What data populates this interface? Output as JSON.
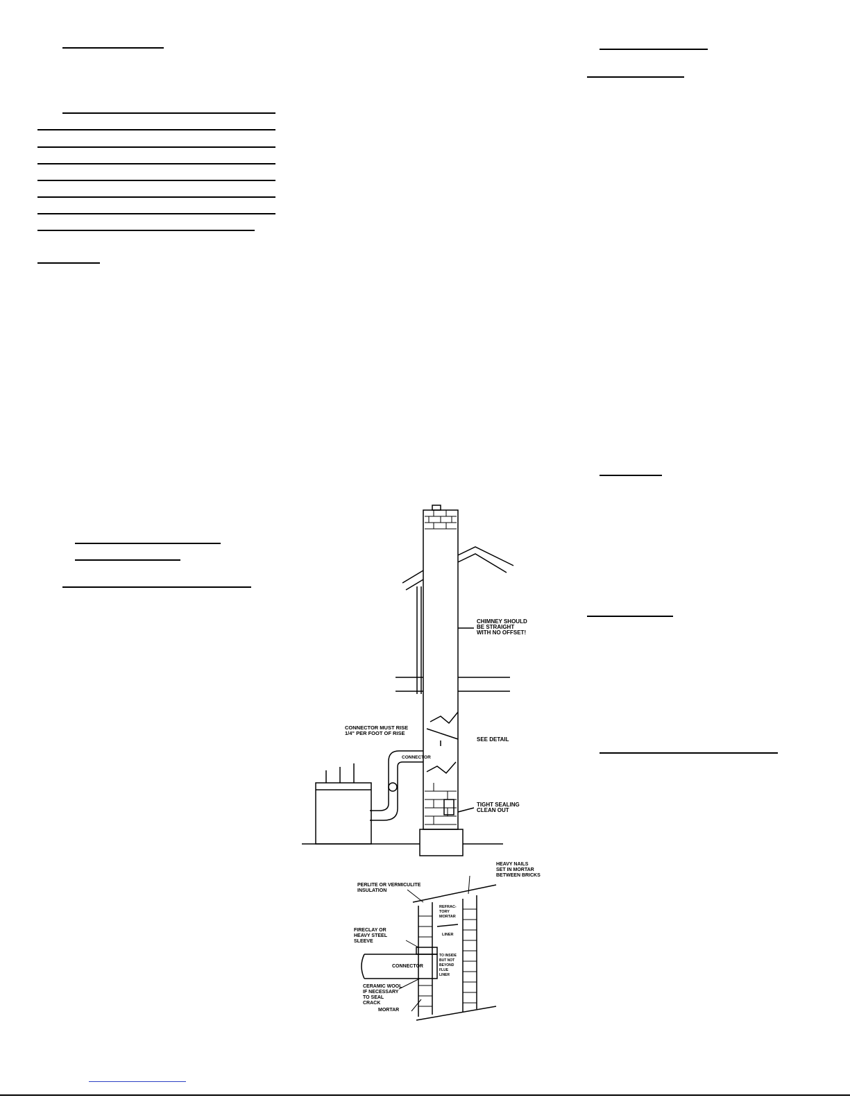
{
  "figure": {
    "labels": {
      "chimney_straight_1": "CHIMNEY SHOULD",
      "chimney_straight_2": "BE STRAIGHT",
      "chimney_straight_3": "WITH NO OFFSET!",
      "connector_rise_1": "CONNECTOR MUST RISE",
      "connector_rise_2": "1/4\" PER FOOT OF RISE",
      "connector": "CONNECTOR",
      "see_detail": "SEE DETAIL",
      "clean_out_1": "TIGHT SEALING",
      "clean_out_2": "CLEAN OUT",
      "nails_1": "HEAVY NAILS",
      "nails_2": "SET IN MORTAR",
      "nails_3": "BETWEEN BRICKS",
      "insulation_1": "PERLITE OR VERMICULITE",
      "insulation_2": "INSULATION",
      "refractory_1": "REFRAC-",
      "refractory_2": "TORY",
      "refractory_3": "MORTAR",
      "liner": "LINER",
      "sleeve_1": "FIRECLAY OR",
      "sleeve_2": "HEAVY STEEL",
      "sleeve_3": "SLEEVE",
      "detail_connector": "CONNECTOR",
      "inside_1": "TO INSIDE",
      "inside_2": "BUT NOT",
      "inside_3": "BEYOND",
      "inside_4": "FLUE",
      "inside_5": "LINER",
      "wool_1": "CERAMIC WOOL",
      "wool_2": "IF NECESSARY",
      "wool_3": "TO SEAL",
      "wool_4": "CRACK",
      "mortar": "MORTAR"
    }
  }
}
